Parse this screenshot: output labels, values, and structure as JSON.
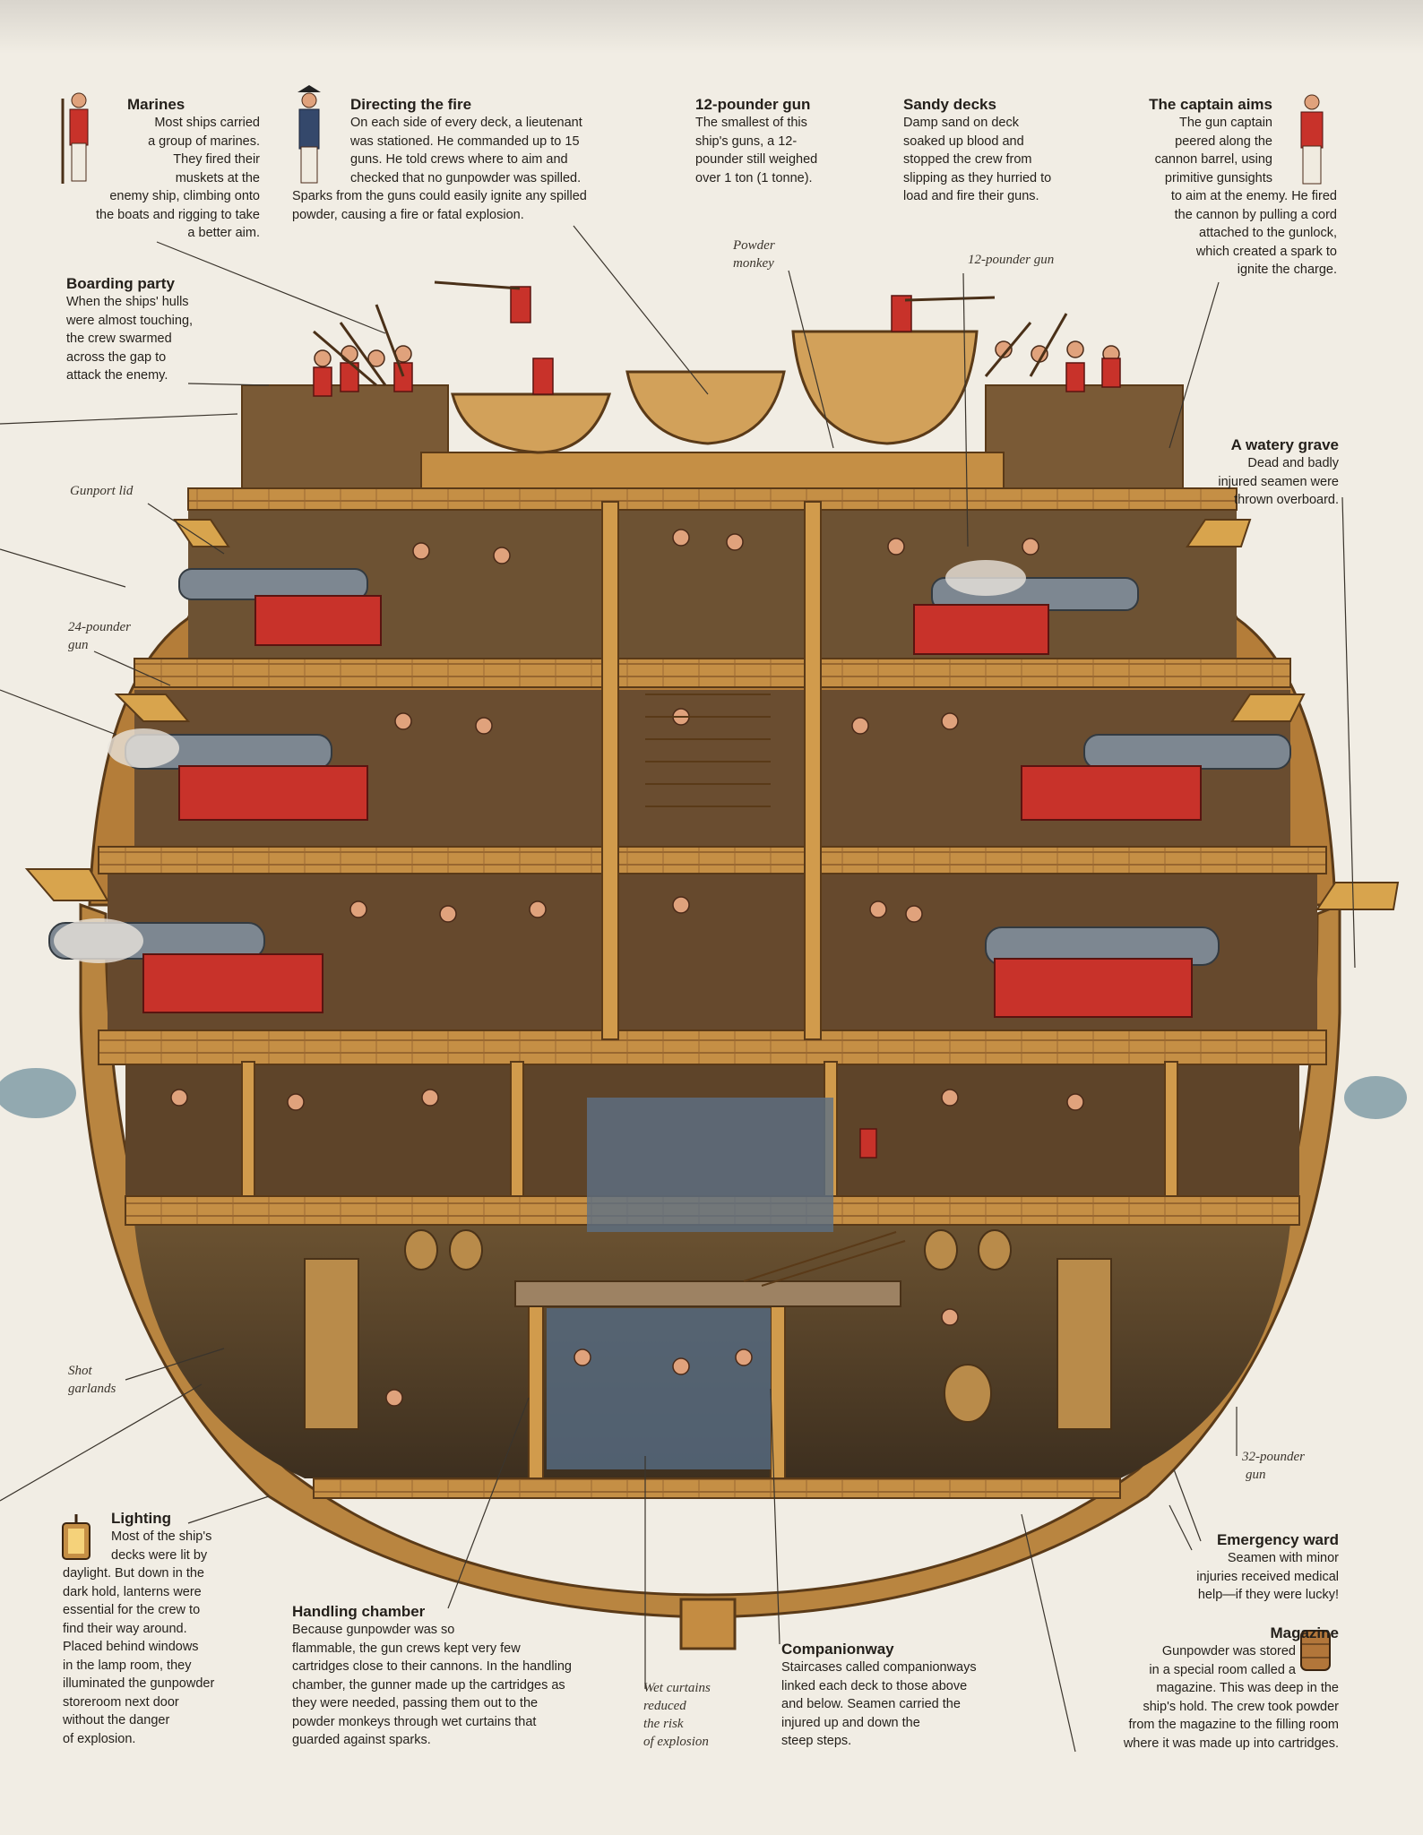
{
  "annotations": {
    "marines": {
      "title": "Marines",
      "lines": [
        "Most ships carried",
        "a group of marines.",
        "They fired their",
        "muskets at the",
        "enemy ship, climbing onto",
        "the boats and rigging to take",
        "a better aim."
      ]
    },
    "directing_fire": {
      "title": "Directing the fire",
      "lines": [
        "On each side of every deck, a lieutenant",
        "was stationed. He commanded up to 15",
        "guns. He told crews where to aim and",
        "checked that no gunpowder was spilled.",
        "Sparks from the guns could easily ignite any spilled",
        "powder, causing a fire or fatal explosion."
      ]
    },
    "twelve_pounder": {
      "title": "12-pounder gun",
      "lines": [
        "The smallest of this",
        "ship's guns, a 12-",
        "pounder still weighed",
        "over 1 ton (1 tonne)."
      ]
    },
    "sandy_decks": {
      "title": "Sandy decks",
      "lines": [
        "Damp sand on deck",
        "soaked up blood and",
        "stopped the crew from",
        "slipping as they hurried to",
        "load and fire their guns."
      ]
    },
    "captain_aims": {
      "title": "The captain aims",
      "lines": [
        "The gun captain",
        "peered along the",
        "cannon barrel, using",
        "primitive gunsights",
        "to aim at the enemy. He fired",
        "the cannon by pulling a cord",
        "attached to the gunlock,",
        "which created a spark to",
        "ignite the charge."
      ]
    },
    "boarding_party": {
      "title": "Boarding party",
      "lines": [
        "When the ships' hulls",
        "were almost touching,",
        "the crew swarmed",
        "across the gap to",
        "attack the enemy."
      ]
    },
    "watery_grave": {
      "title": "A watery grave",
      "lines": [
        "Dead and badly",
        "injured seamen were",
        "thrown overboard."
      ]
    },
    "lighting": {
      "title": "Lighting",
      "lines": [
        "Most of the ship's",
        "decks were lit by",
        "daylight. But down in the",
        "dark hold, lanterns were",
        "essential for the crew to",
        "find their way around.",
        "Placed behind windows",
        "in the lamp room, they",
        "illuminated the gunpowder",
        "storeroom next door",
        "without the danger",
        "of explosion."
      ]
    },
    "handling_chamber": {
      "title": "Handling chamber",
      "lines": [
        "Because gunpowder was so",
        "flammable, the gun crews kept very few",
        "cartridges close to their cannons. In the handling",
        "chamber, the gunner made up the cartridges as",
        "they were needed, passing them out to the",
        "powder monkeys through wet curtains that",
        "guarded against sparks."
      ]
    },
    "companionway": {
      "title": "Companionway",
      "lines": [
        "Staircases called companionways",
        "linked each deck to those above",
        "and below. Seamen carried the",
        "injured up and down the",
        "steep steps."
      ]
    },
    "emergency_ward": {
      "title": "Emergency ward",
      "lines": [
        "Seamen with minor",
        "injuries received medical",
        "help—if they were lucky!"
      ]
    },
    "magazine": {
      "title": "Magazine",
      "lines": [
        "Gunpowder was stored",
        "in a special room called a",
        "magazine. This was deep in the",
        "ship's hold. The crew took powder",
        "from the magazine to the filling room",
        "where it was made up into cartridges."
      ]
    }
  },
  "labels": {
    "powder_monkey": [
      "Powder",
      "monkey"
    ],
    "twelve_pounder_small": "12-pounder gun",
    "gunport_lid": "Gunport lid",
    "twenty_four_pounder": [
      "24-pounder",
      "gun"
    ],
    "shot_garlands": [
      "Shot",
      "garlands"
    ],
    "thirty_two_pounder": [
      "32-pounder",
      "gun"
    ],
    "wet_curtains": [
      "Wet curtains",
      "reduced",
      "the risk",
      "of explosion"
    ]
  },
  "colors": {
    "background": "#f1ede4",
    "wood": "#c9954a",
    "wood_dark": "#7a4e22",
    "uniform_red": "#c8322a",
    "cannon_grey": "#7d8791",
    "hold_blue": "#5c7086"
  }
}
